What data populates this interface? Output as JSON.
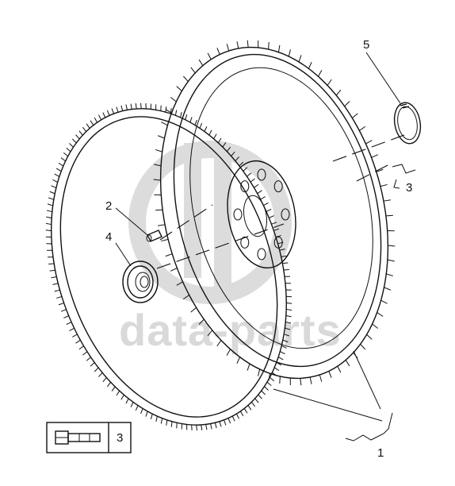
{
  "watermark": {
    "text": "data-parts"
  },
  "callouts": {
    "flywheel_assembly": "1",
    "dowel_pin": "2",
    "bolt_top": "3",
    "bolt_legend": "3",
    "bearing": "4",
    "snap_ring": "5"
  },
  "icons": {
    "bolt": "bolt-icon",
    "ring_gear": "ring-gear-icon",
    "flywheel": "flywheel-icon",
    "bearing": "bearing-icon",
    "dowel": "dowel-pin-icon",
    "snap_ring": "snap-ring-icon"
  },
  "colors": {
    "line": "#111111",
    "watermark": "#d9d9d9"
  }
}
